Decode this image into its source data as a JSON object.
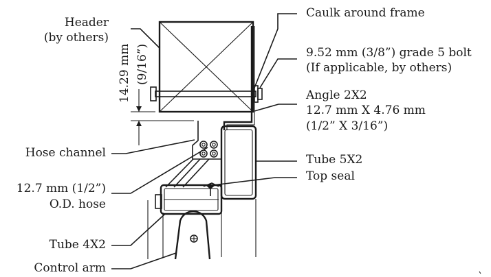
{
  "labels": {
    "header": "Header",
    "header_by": "(by others)",
    "caulk": "Caulk around frame",
    "bolt_line1": "9.52 mm (3/8”) grade 5 bolt",
    "bolt_line2": "(If applicable, by others)",
    "angle_line1": "Angle 2X2",
    "angle_line2": "12.7 mm X 4.76 mm",
    "angle_line3": "(1/2” X 3/16”)",
    "tube5": "Tube 5X2",
    "top_seal": "Top seal",
    "hose_channel": "Hose channel",
    "hose_line1": "12.7 mm (1/2”)",
    "hose_line2": "O.D. hose",
    "tube4": "Tube 4X2",
    "control_arm": "Control arm",
    "dim_mm": "14.29 mm",
    "dim_in": "(9/16”)"
  },
  "colors": {
    "ink": "#1a1a1a",
    "background": "#ffffff"
  }
}
